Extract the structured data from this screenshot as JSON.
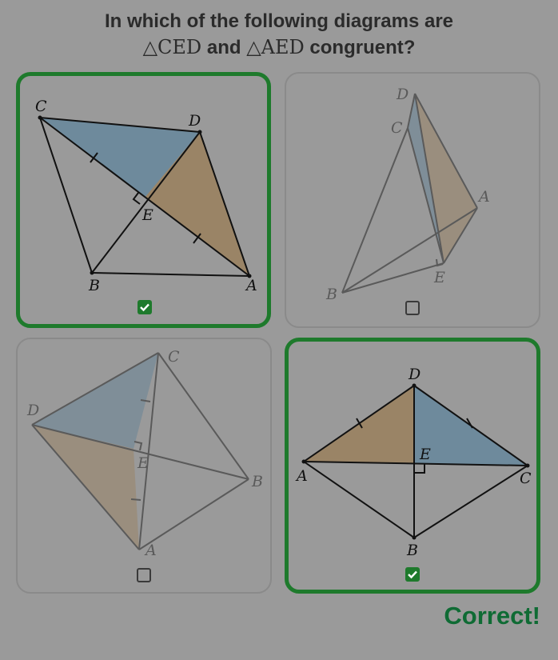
{
  "question": {
    "prefix": "In which of the following diagrams are",
    "tri1": "△CED",
    "and": "and",
    "tri2": "△AED",
    "suffix": "congruent?"
  },
  "options": [
    {
      "labels": {
        "C": "C",
        "D": "D",
        "E": "E",
        "B": "B",
        "A": "A"
      },
      "selected": true,
      "checked": true
    },
    {
      "labels": {
        "D": "D",
        "C": "C",
        "A": "A",
        "E": "E",
        "B": "B"
      },
      "selected": false,
      "checked": false
    },
    {
      "labels": {
        "C": "C",
        "D": "D",
        "E": "E",
        "B": "B",
        "A": "A"
      },
      "selected": false,
      "checked": false
    },
    {
      "labels": {
        "D": "D",
        "E": "E",
        "A": "A",
        "C": "C",
        "B": "B"
      },
      "selected": true,
      "checked": true
    }
  ],
  "colors": {
    "background": "#9a9a9a",
    "selected_border": "#1e7a2c",
    "blue_fill": "#6e8a9c",
    "tan_fill": "#9a8466",
    "correct_text": "#0f6b34"
  },
  "checkbox_icons": [
    "check-icon",
    "check-icon"
  ],
  "result_text": "Correct!"
}
